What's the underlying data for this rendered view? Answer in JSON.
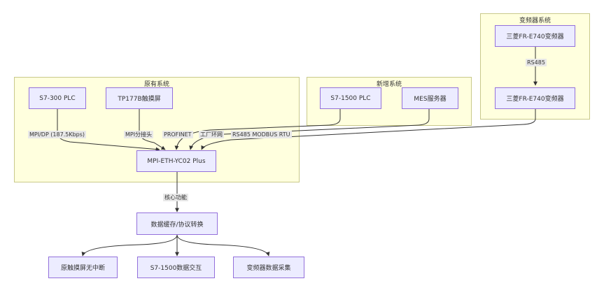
{
  "clusters": {
    "legacy": "原有系统",
    "new": "新增系统",
    "vfd": "变频器系统"
  },
  "nodes": {
    "s7_300": "S7-300 PLC",
    "tp177b": "TP177B触摸屏",
    "s7_1500": "S7-1500 PLC",
    "mes": "MES服务器",
    "vfd_top": "三菱FR-E740变频器",
    "vfd_bottom": "三菱FR-E740变频器",
    "gateway": "MPI-ETH-YC02 Plus",
    "core": "数据缓存/协议转换",
    "out1": "原触摸屏无中断",
    "out2": "S7-1500数据交互",
    "out3": "变频器数据采集"
  },
  "edge_labels": {
    "mpi_dp": "MPI/DP (187.5Kbps)",
    "mpi_tap": "MPI分接头",
    "profinet": "PROFINET",
    "factory_ring": "工厂环网",
    "rs485_modbus": "RS485 MODBUS RTU",
    "rs485": "RS485",
    "core_function": "核心功能"
  }
}
